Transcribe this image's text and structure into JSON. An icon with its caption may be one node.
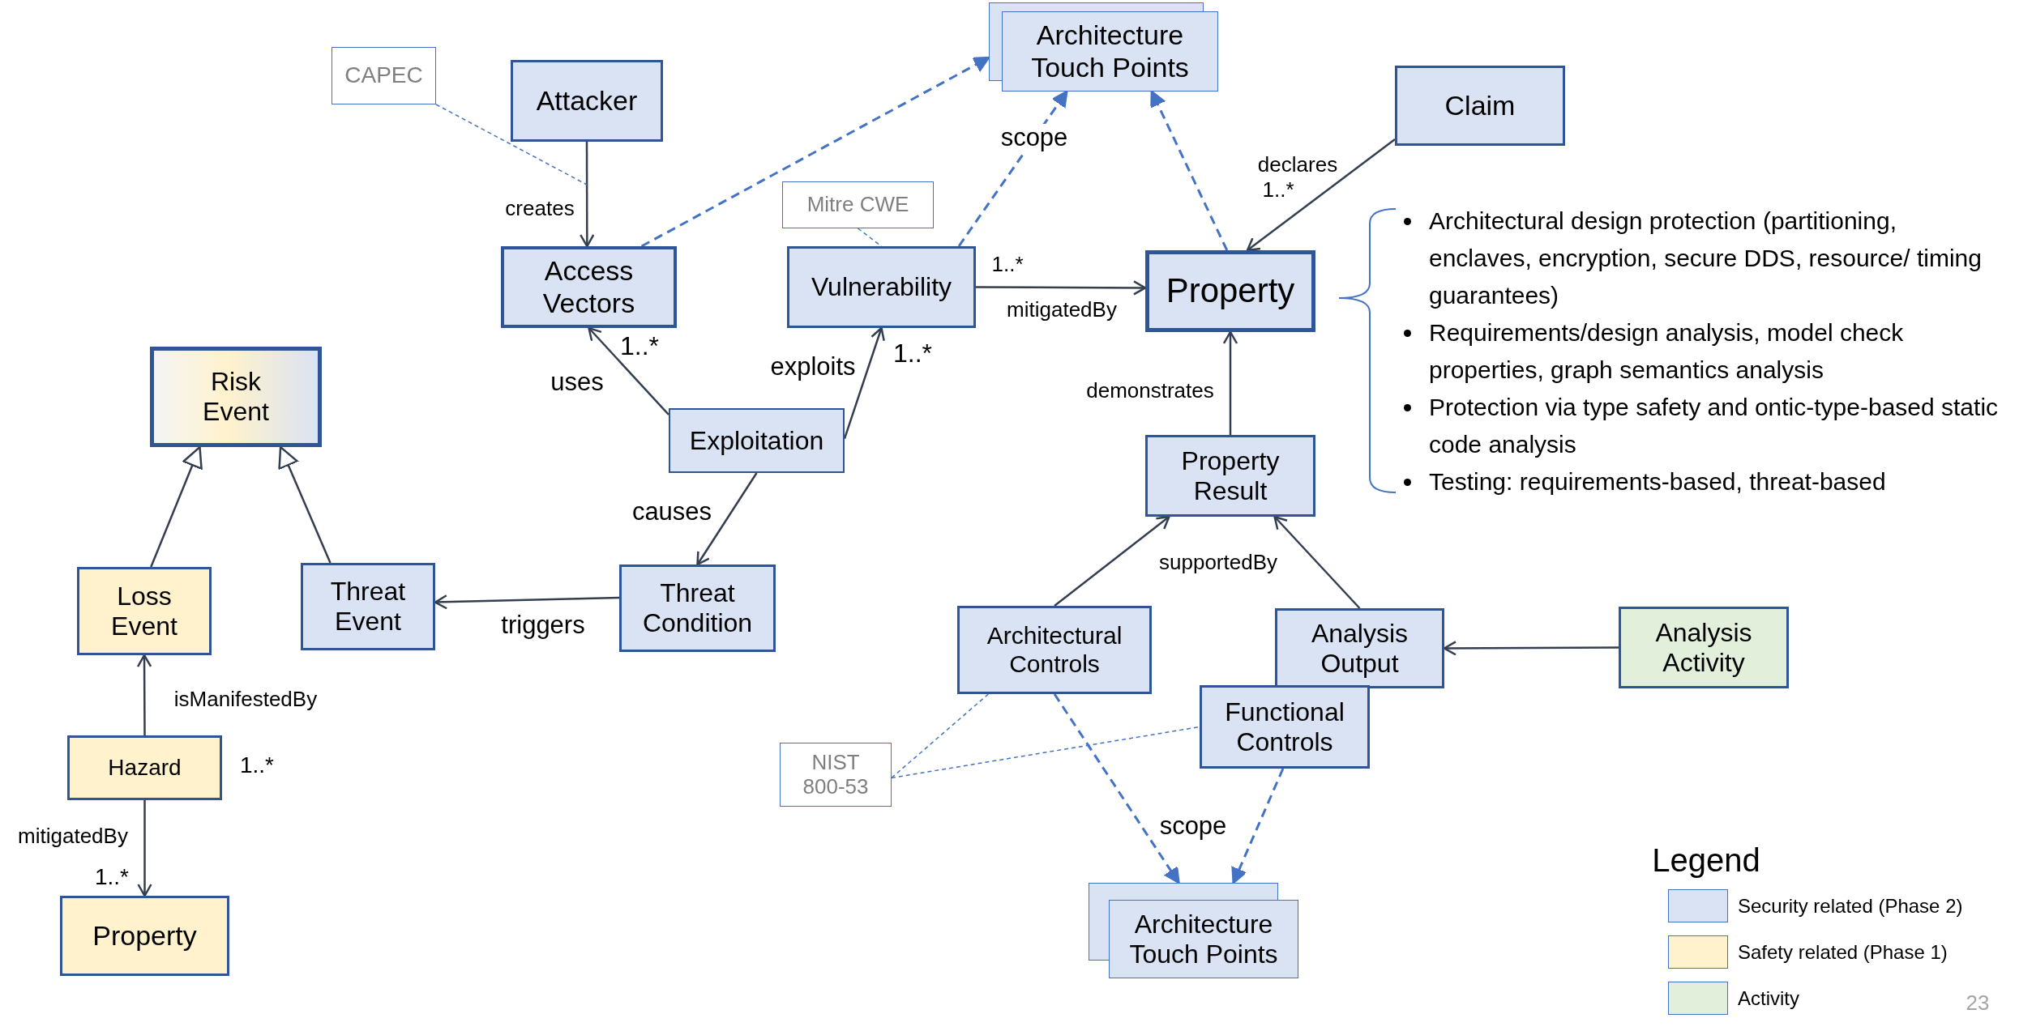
{
  "diagram": {
    "nodes": [
      {
        "text": [
          "CAPEC"
        ]
      },
      {
        "text": [
          "Attacker"
        ]
      },
      {
        "text": [
          "Architecture Touch Points"
        ]
      },
      {
        "text": [
          "Claim"
        ]
      },
      {
        "text": [
          "Mitre CWE"
        ]
      },
      {
        "text": [
          "Access Vectors"
        ]
      },
      {
        "text": [
          "Vulnerability"
        ]
      },
      {
        "text": [
          "Property"
        ]
      },
      {
        "text": [
          "Risk Event"
        ]
      },
      {
        "text": [
          "Exploitation"
        ]
      },
      {
        "text": [
          "Property Result"
        ]
      },
      {
        "text": [
          "Loss Event"
        ]
      },
      {
        "text": [
          "Threat Event"
        ]
      },
      {
        "text": [
          "Threat Condition"
        ]
      },
      {
        "text": [
          "Architectural Controls"
        ]
      },
      {
        "text": [
          "Analysis Output"
        ]
      },
      {
        "text": [
          "Analysis Activity"
        ]
      },
      {
        "text": [
          "Functional Controls"
        ]
      },
      {
        "text": [
          "Hazard"
        ]
      },
      {
        "text": [
          "NIST 800-53"
        ]
      },
      {
        "text": [
          "Architecture Touch Points"
        ]
      },
      {
        "text": [
          "Property"
        ]
      }
    ],
    "edges": [
      {
        "from": 1,
        "to": 5,
        "arrow": "to",
        "label": "creates"
      },
      {
        "from": 5,
        "to": 2,
        "arrow": "to",
        "style": "dashed",
        "color": "#4472c4"
      },
      {
        "from": 6,
        "to": 2,
        "arrow": "to",
        "style": "dashed",
        "color": "#4472c4",
        "label": "scope"
      },
      {
        "from": 7,
        "to": 2,
        "arrow": "to",
        "style": "dashed",
        "color": "#4472c4"
      },
      {
        "from": 3,
        "to": 7,
        "arrow": "to",
        "label": "declares"
      },
      {
        "from": 6,
        "to": 7,
        "arrow": "to",
        "label": "mitigatedBy"
      },
      {
        "from": 9,
        "to": 5,
        "arrow": "to",
        "label": "uses"
      },
      {
        "from": 9,
        "to": 6,
        "arrow": "to",
        "label": "exploits"
      },
      {
        "from": 9,
        "to": 13,
        "arrow": "to",
        "label": "causes"
      },
      {
        "from": 13,
        "to": 12,
        "arrow": "to",
        "label": "triggers"
      },
      {
        "from": 12,
        "to": 8,
        "arrow": "to"
      },
      {
        "from": 11,
        "to": 8,
        "arrow": "to"
      },
      {
        "from": 18,
        "to": 11,
        "arrow": "to",
        "label": "isManifestedBy"
      },
      {
        "from": 18,
        "to": 21,
        "arrow": "to",
        "label": "mitigatedBy"
      },
      {
        "from": 10,
        "to": 7,
        "arrow": "to",
        "label": "demonstrates"
      },
      {
        "from": 14,
        "to": 10,
        "arrow": "to",
        "label": "supportedBy"
      },
      {
        "from": 15,
        "to": 10,
        "arrow": "to"
      },
      {
        "from": 16,
        "to": 15,
        "arrow": "to"
      },
      {
        "from": 14,
        "to": 20,
        "arrow": "to",
        "style": "dashed",
        "color": "#4472c4",
        "label": "scope"
      },
      {
        "from": 17,
        "to": 20,
        "arrow": "to",
        "style": "dashed",
        "color": "#4472c4"
      },
      {
        "from": 0,
        "to": null,
        "arrow": "none",
        "style": "dashed",
        "color": "#4472c4"
      },
      {
        "from": 4,
        "to": 6,
        "arrow": "none",
        "style": "dashed",
        "color": "#4472c4"
      },
      {
        "from": 19,
        "to": 14,
        "arrow": "none",
        "style": "dashed",
        "color": "#4472c4"
      },
      {
        "from": 19,
        "to": 17,
        "arrow": "none",
        "style": "dashed",
        "color": "#4472c4"
      }
    ],
    "labels": [
      "1..*",
      "1..*",
      "1..*",
      "1..*",
      "Architectural design protection (partitioning, enclaves, encryption, secure DDS, resource/ timing guarantees)",
      "Requirements/design analysis, model check properties, graph semantics analysis",
      "Protection via type safety and ontic-type-based static code analysis",
      "Testing: requirements-based, threat-based",
      "1..*",
      "1..*",
      "Legend",
      "23"
    ],
    "legend": [
      {
        "text": "Security related (Phase 2)",
        "color": "#dae3f3"
      },
      {
        "text": "Safety related (Phase 1)",
        "color": "#fff2cc"
      },
      {
        "text": "Activity",
        "color": "#e2efda"
      }
    ]
  }
}
